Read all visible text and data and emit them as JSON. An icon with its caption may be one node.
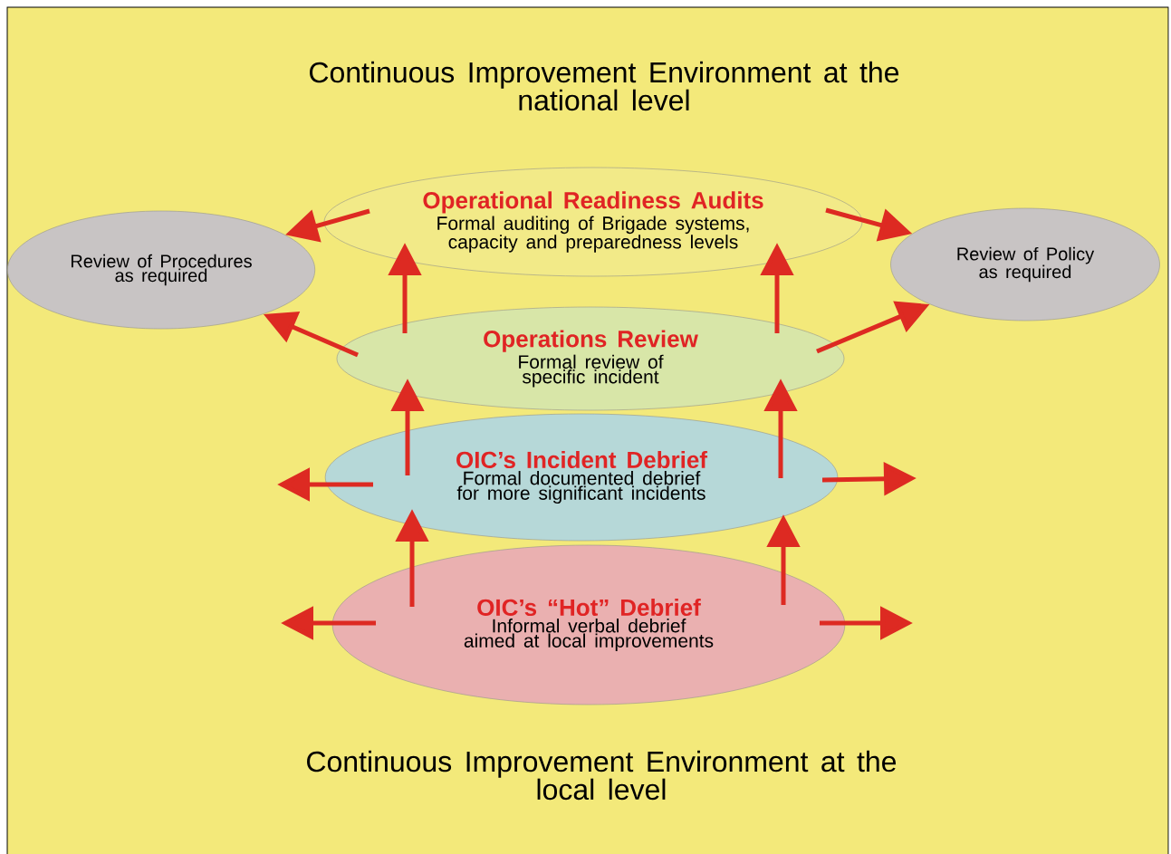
{
  "diagram": {
    "nodes": [
      {
        "text": [
          "Review of Procedures as required"
        ]
      },
      {
        "text": [
          "Review of Policy as required"
        ]
      },
      {
        "text": [
          "Operational Readiness Audits",
          "Formal auditing of Brigade systems, capacity and preparedness levels"
        ]
      },
      {
        "text": [
          "Operations Review",
          "Formal review of specific incident"
        ]
      },
      {
        "text": [
          "OIC’s Incident Debrief",
          "Formal documented debrief for more significant incidents"
        ]
      },
      {
        "text": [
          "OIC’s “Hot” Debrief",
          "Informal verbal debrief aimed at local improvements"
        ]
      }
    ],
    "edges": [
      {
        "from": 2,
        "to": 0,
        "arrow": "to"
      },
      {
        "from": 3,
        "to": 0,
        "arrow": "to"
      },
      {
        "from": 2,
        "to": 1,
        "arrow": "to"
      },
      {
        "from": 3,
        "to": 1,
        "arrow": "to"
      },
      {
        "from": 3,
        "to": 2,
        "arrow": "to"
      },
      {
        "from": 3,
        "to": 2,
        "arrow": "to"
      },
      {
        "from": 4,
        "to": 3,
        "arrow": "to"
      },
      {
        "from": 4,
        "to": 3,
        "arrow": "to"
      },
      {
        "from": 5,
        "to": 4,
        "arrow": "to"
      },
      {
        "from": 5,
        "to": 4,
        "arrow": "to"
      },
      {
        "from": 4,
        "to": null,
        "arrow": "to"
      },
      {
        "from": 4,
        "to": null,
        "arrow": "to"
      },
      {
        "from": 5,
        "to": null,
        "arrow": "to"
      },
      {
        "from": 5,
        "to": null,
        "arrow": "to"
      }
    ],
    "labels": [
      "Continuous Improvement Environment at the national level",
      "Continuous Improvement Environment at the local level"
    ]
  }
}
